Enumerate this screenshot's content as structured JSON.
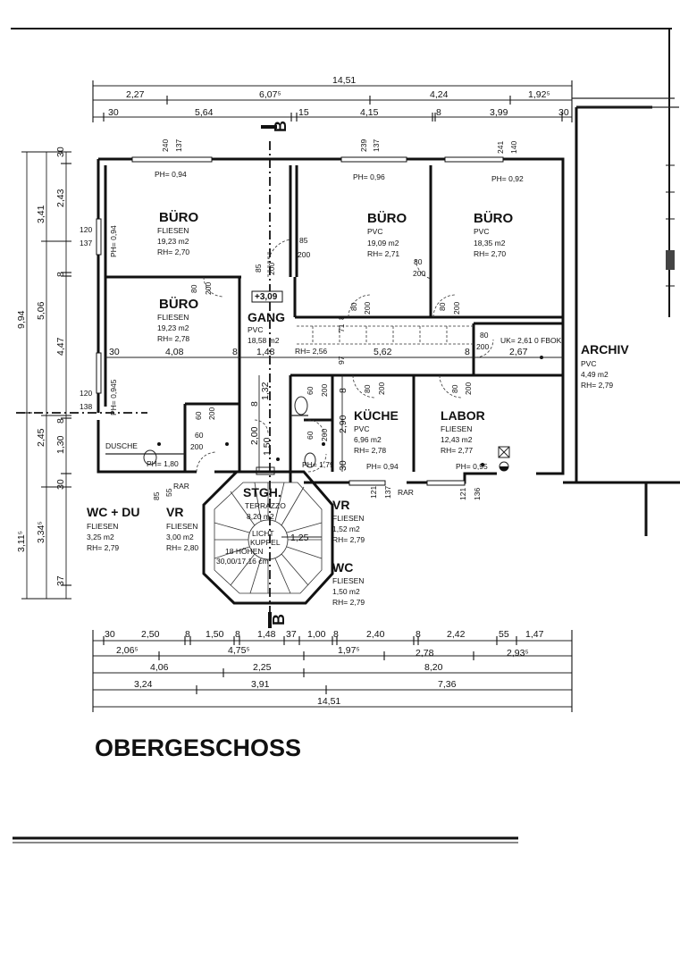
{
  "title": "OBERGESCHOSS",
  "section_marks": [
    "B",
    "B"
  ],
  "rooms": [
    {
      "name": "BÜRO",
      "floor": "FLIESEN",
      "area": "19,23 m2",
      "height": "RH= 2,70"
    },
    {
      "name": "BÜRO",
      "floor": "PVC",
      "area": "19,09 m2",
      "height": "RH= 2,71"
    },
    {
      "name": "BÜRO",
      "floor": "PVC",
      "area": "18,35 m2",
      "height": "RH= 2,70"
    },
    {
      "name": "BÜRO",
      "floor": "FLIESEN",
      "area": "19,23 m2",
      "height": "RH= 2,78"
    },
    {
      "name": "GANG",
      "floor": "PVC",
      "area": "18,58 m2",
      "height": "RH= 2,56"
    },
    {
      "name": "ARCHIV",
      "floor": "PVC",
      "area": "4,49 m2",
      "height": "RH= 2,79"
    },
    {
      "name": "KÜCHE",
      "floor": "PVC",
      "area": "6,96 m2",
      "height": "RH= 2,78"
    },
    {
      "name": "LABOR",
      "floor": "FLIESEN",
      "area": "12,43 m2",
      "height": "RH= 2,77"
    },
    {
      "name": "WC + DU",
      "floor": "FLIESEN",
      "area": "3,25 m2",
      "height": "RH= 2,79"
    },
    {
      "name": "VR",
      "floor": "FLIESEN",
      "area": "3,00 m2",
      "height": "RH= 2,80"
    },
    {
      "name": "STGH.",
      "floor": "TERRAZZO",
      "area": "8,20 m2",
      "height": ""
    },
    {
      "name": "VR",
      "floor": "FLIESEN",
      "area": "1,52 m2",
      "height": "RH= 2,79"
    },
    {
      "name": "WC",
      "floor": "FLIESEN",
      "area": "1,50 m2",
      "height": "RH= 2,79"
    }
  ],
  "labels": {
    "level": "+3,09",
    "dusche": "DUSCHE",
    "rar1": "RAR",
    "rar2": "RAR",
    "uk": "UK= 2,61 0 FBOK",
    "licht": "LICHT",
    "kuppel": "KUPPEL",
    "steps": "18 HÖHEN",
    "step_size": "30,00/17,16 cm",
    "stair_w": "1,25"
  },
  "sills": [
    "PH= 0,94",
    "PH= 0,96",
    "PH= 0,92",
    "PH= 0,94",
    "PH= 0,945",
    "PH= 1,80",
    "PH= 1,79",
    "PH= 0,94",
    "PH= 0,95"
  ],
  "top_dims": {
    "row1": [
      "14,51"
    ],
    "row2": [
      "2,27",
      "6,07⁵",
      "4,24",
      "1,92⁵"
    ],
    "row3": [
      "30",
      "5,64",
      "15",
      "4,15",
      "8",
      "3,99",
      "30"
    ]
  },
  "bottom_dims": {
    "row1": [
      "30",
      "2,50",
      "8",
      "1,50",
      "8",
      "1,48",
      "37",
      "1,00",
      "8",
      "2,40",
      "8",
      "2,42",
      "55",
      "1,47"
    ],
    "row2": [
      "2,06⁵",
      "4,75⁵",
      "1,97⁵",
      "2,78",
      "2,93⁵"
    ],
    "row3": [
      "4,06",
      "2,25",
      "8,20"
    ],
    "row4": [
      "3,24",
      "3,91",
      "7,36"
    ],
    "row5": [
      "14,51"
    ]
  },
  "left_dims": {
    "outer": [
      "9,94",
      "3,11⁵"
    ],
    "middle": [
      "3,41",
      "5,06",
      "2,45",
      "3,34⁵"
    ],
    "inner": [
      "30",
      "2,43",
      "8",
      "4,47",
      "8",
      "1,30",
      "30",
      "37"
    ]
  },
  "interior_dims": [
    "4,08",
    "1,48",
    "5,62",
    "2,67",
    "8",
    "8",
    "30",
    "1,32",
    "2,00",
    "1,50",
    "8",
    "2,90",
    "30",
    "8"
  ],
  "opening_dims": [
    "240",
    "137",
    "239",
    "137",
    "241",
    "140",
    "120",
    "137",
    "120",
    "138",
    "85",
    "200",
    "85",
    "200",
    "80",
    "200",
    "80",
    "200",
    "80",
    "200",
    "80",
    "200",
    "60",
    "200",
    "80",
    "200",
    "80",
    "200",
    "60",
    "200",
    "60",
    "200",
    "60",
    "200",
    "80",
    "200",
    "121",
    "137",
    "121",
    "136",
    "85",
    "55",
    "97",
    "71",
    "8"
  ]
}
